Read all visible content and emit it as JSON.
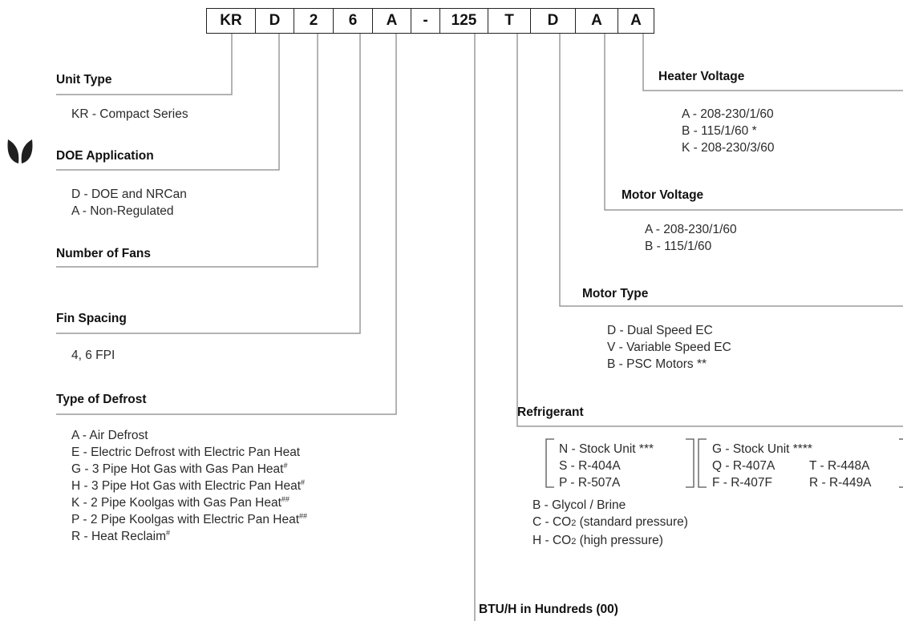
{
  "code_segments": [
    "KR",
    "D",
    "2",
    "6",
    "A",
    "-",
    "125",
    "T",
    "D",
    "A",
    "A"
  ],
  "unit_type": {
    "heading": "Unit Type",
    "options": [
      "KR - Compact Series"
    ]
  },
  "doe_application": {
    "heading": "DOE Application",
    "options": [
      "D - DOE and NRCan",
      "A - Non-Regulated"
    ]
  },
  "number_of_fans": {
    "heading": "Number of Fans"
  },
  "fin_spacing": {
    "heading": "Fin Spacing",
    "options": [
      "4, 6 FPI"
    ]
  },
  "type_of_defrost": {
    "heading": "Type of Defrost",
    "options": [
      {
        "text": "A - Air Defrost",
        "note": ""
      },
      {
        "text": "E - Electric Defrost with Electric Pan Heat",
        "note": ""
      },
      {
        "text": "G - 3 Pipe Hot Gas with Gas Pan Heat",
        "note": "#"
      },
      {
        "text": "H - 3 Pipe Hot Gas with Electric Pan Heat",
        "note": "#"
      },
      {
        "text": "K - 2 Pipe Koolgas with Gas Pan Heat",
        "note": "##"
      },
      {
        "text": "P - 2 Pipe Koolgas with Electric Pan Heat",
        "note": "##"
      },
      {
        "text": "R - Heat Reclaim",
        "note": "#"
      }
    ]
  },
  "heater_voltage": {
    "heading": "Heater Voltage",
    "options": [
      "A - 208-230/1/60",
      "B - 115/1/60 *",
      "K - 208-230/3/60"
    ]
  },
  "motor_voltage": {
    "heading": "Motor Voltage",
    "options": [
      "A - 208-230/1/60",
      "B - 115/1/60"
    ]
  },
  "motor_type": {
    "heading": "Motor Type",
    "options": [
      "D - Dual Speed EC",
      "V - Variable Speed EC",
      "B - PSC Motors **"
    ]
  },
  "refrigerant": {
    "heading": "Refrigerant",
    "group1": [
      "N - Stock Unit ***",
      "S - R-404A",
      "P - R-507A"
    ],
    "group2": {
      "stock": "G - Stock Unit ****",
      "rows": [
        [
          "Q - R-407A",
          "T - R-448A"
        ],
        [
          "F - R-407F",
          "R - R-449A"
        ]
      ]
    },
    "options": [
      {
        "prefix": "B - Glycol / Brine",
        "sub": "",
        "suffix": ""
      },
      {
        "prefix": "C - CO",
        "sub": "2",
        "suffix": " (standard pressure)"
      },
      {
        "prefix": "H - CO",
        "sub": "2",
        "suffix": " (high pressure)"
      }
    ]
  },
  "btuh": {
    "heading": "BTU/H in Hundreds (00)"
  },
  "icons": {
    "doe_leaf": "leaf-icon"
  }
}
